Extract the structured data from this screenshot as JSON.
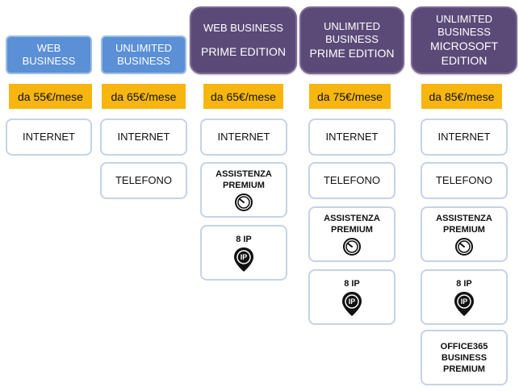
{
  "plans": [
    {
      "header": [
        "WEB",
        "BUSINESS"
      ],
      "price": "da 55€/mese",
      "features": [
        {
          "type": "text",
          "label": "INTERNET"
        }
      ]
    },
    {
      "header": [
        "UNLIMITED",
        "BUSINESS"
      ],
      "price": "da 65€/mese",
      "features": [
        {
          "type": "text",
          "label": "INTERNET"
        },
        {
          "type": "text",
          "label": "TELEFONO"
        }
      ]
    },
    {
      "header": [
        "WEB BUSINESS",
        "",
        "PRIME EDITION"
      ],
      "price": "da 65€/mese",
      "features": [
        {
          "type": "text",
          "label": "INTERNET"
        },
        {
          "type": "assistance",
          "lines": [
            "ASSISTENZA",
            "PREMIUM"
          ],
          "icon": "speedometer-icon"
        },
        {
          "type": "ip",
          "label": "8 IP",
          "icon": "ip-pin-icon",
          "icon_text": "IP"
        }
      ]
    },
    {
      "header": [
        "UNLIMITED",
        "BUSINESS",
        "PRIME EDITION"
      ],
      "price": "da 75€/mese",
      "features": [
        {
          "type": "text",
          "label": "INTERNET"
        },
        {
          "type": "text",
          "label": "TELEFONO"
        },
        {
          "type": "assistance",
          "lines": [
            "ASSISTENZA",
            "PREMIUM"
          ],
          "icon": "speedometer-icon"
        },
        {
          "type": "ip",
          "label": "8 IP",
          "icon": "ip-pin-icon",
          "icon_text": "IP"
        }
      ]
    },
    {
      "header": [
        "UNLIMITED",
        "BUSINESS",
        "MICROSOFT",
        "EDITION"
      ],
      "price": "da 85€/mese",
      "features": [
        {
          "type": "text",
          "label": "INTERNET"
        },
        {
          "type": "text",
          "label": "TELEFONO"
        },
        {
          "type": "assistance",
          "lines": [
            "ASSISTENZA",
            "PREMIUM"
          ],
          "icon": "speedometer-icon"
        },
        {
          "type": "ip",
          "label": "8 IP",
          "icon": "ip-pin-icon",
          "icon_text": "IP"
        },
        {
          "type": "office",
          "lines": [
            "OFFICE365",
            "BUSINESS",
            "PREMIUM"
          ]
        }
      ]
    }
  ],
  "colors": {
    "header_blue": "#5b8fd6",
    "header_purple": "#5b4a78",
    "price_bg": "#f7b60f",
    "card_border": "#c7d2e6"
  }
}
